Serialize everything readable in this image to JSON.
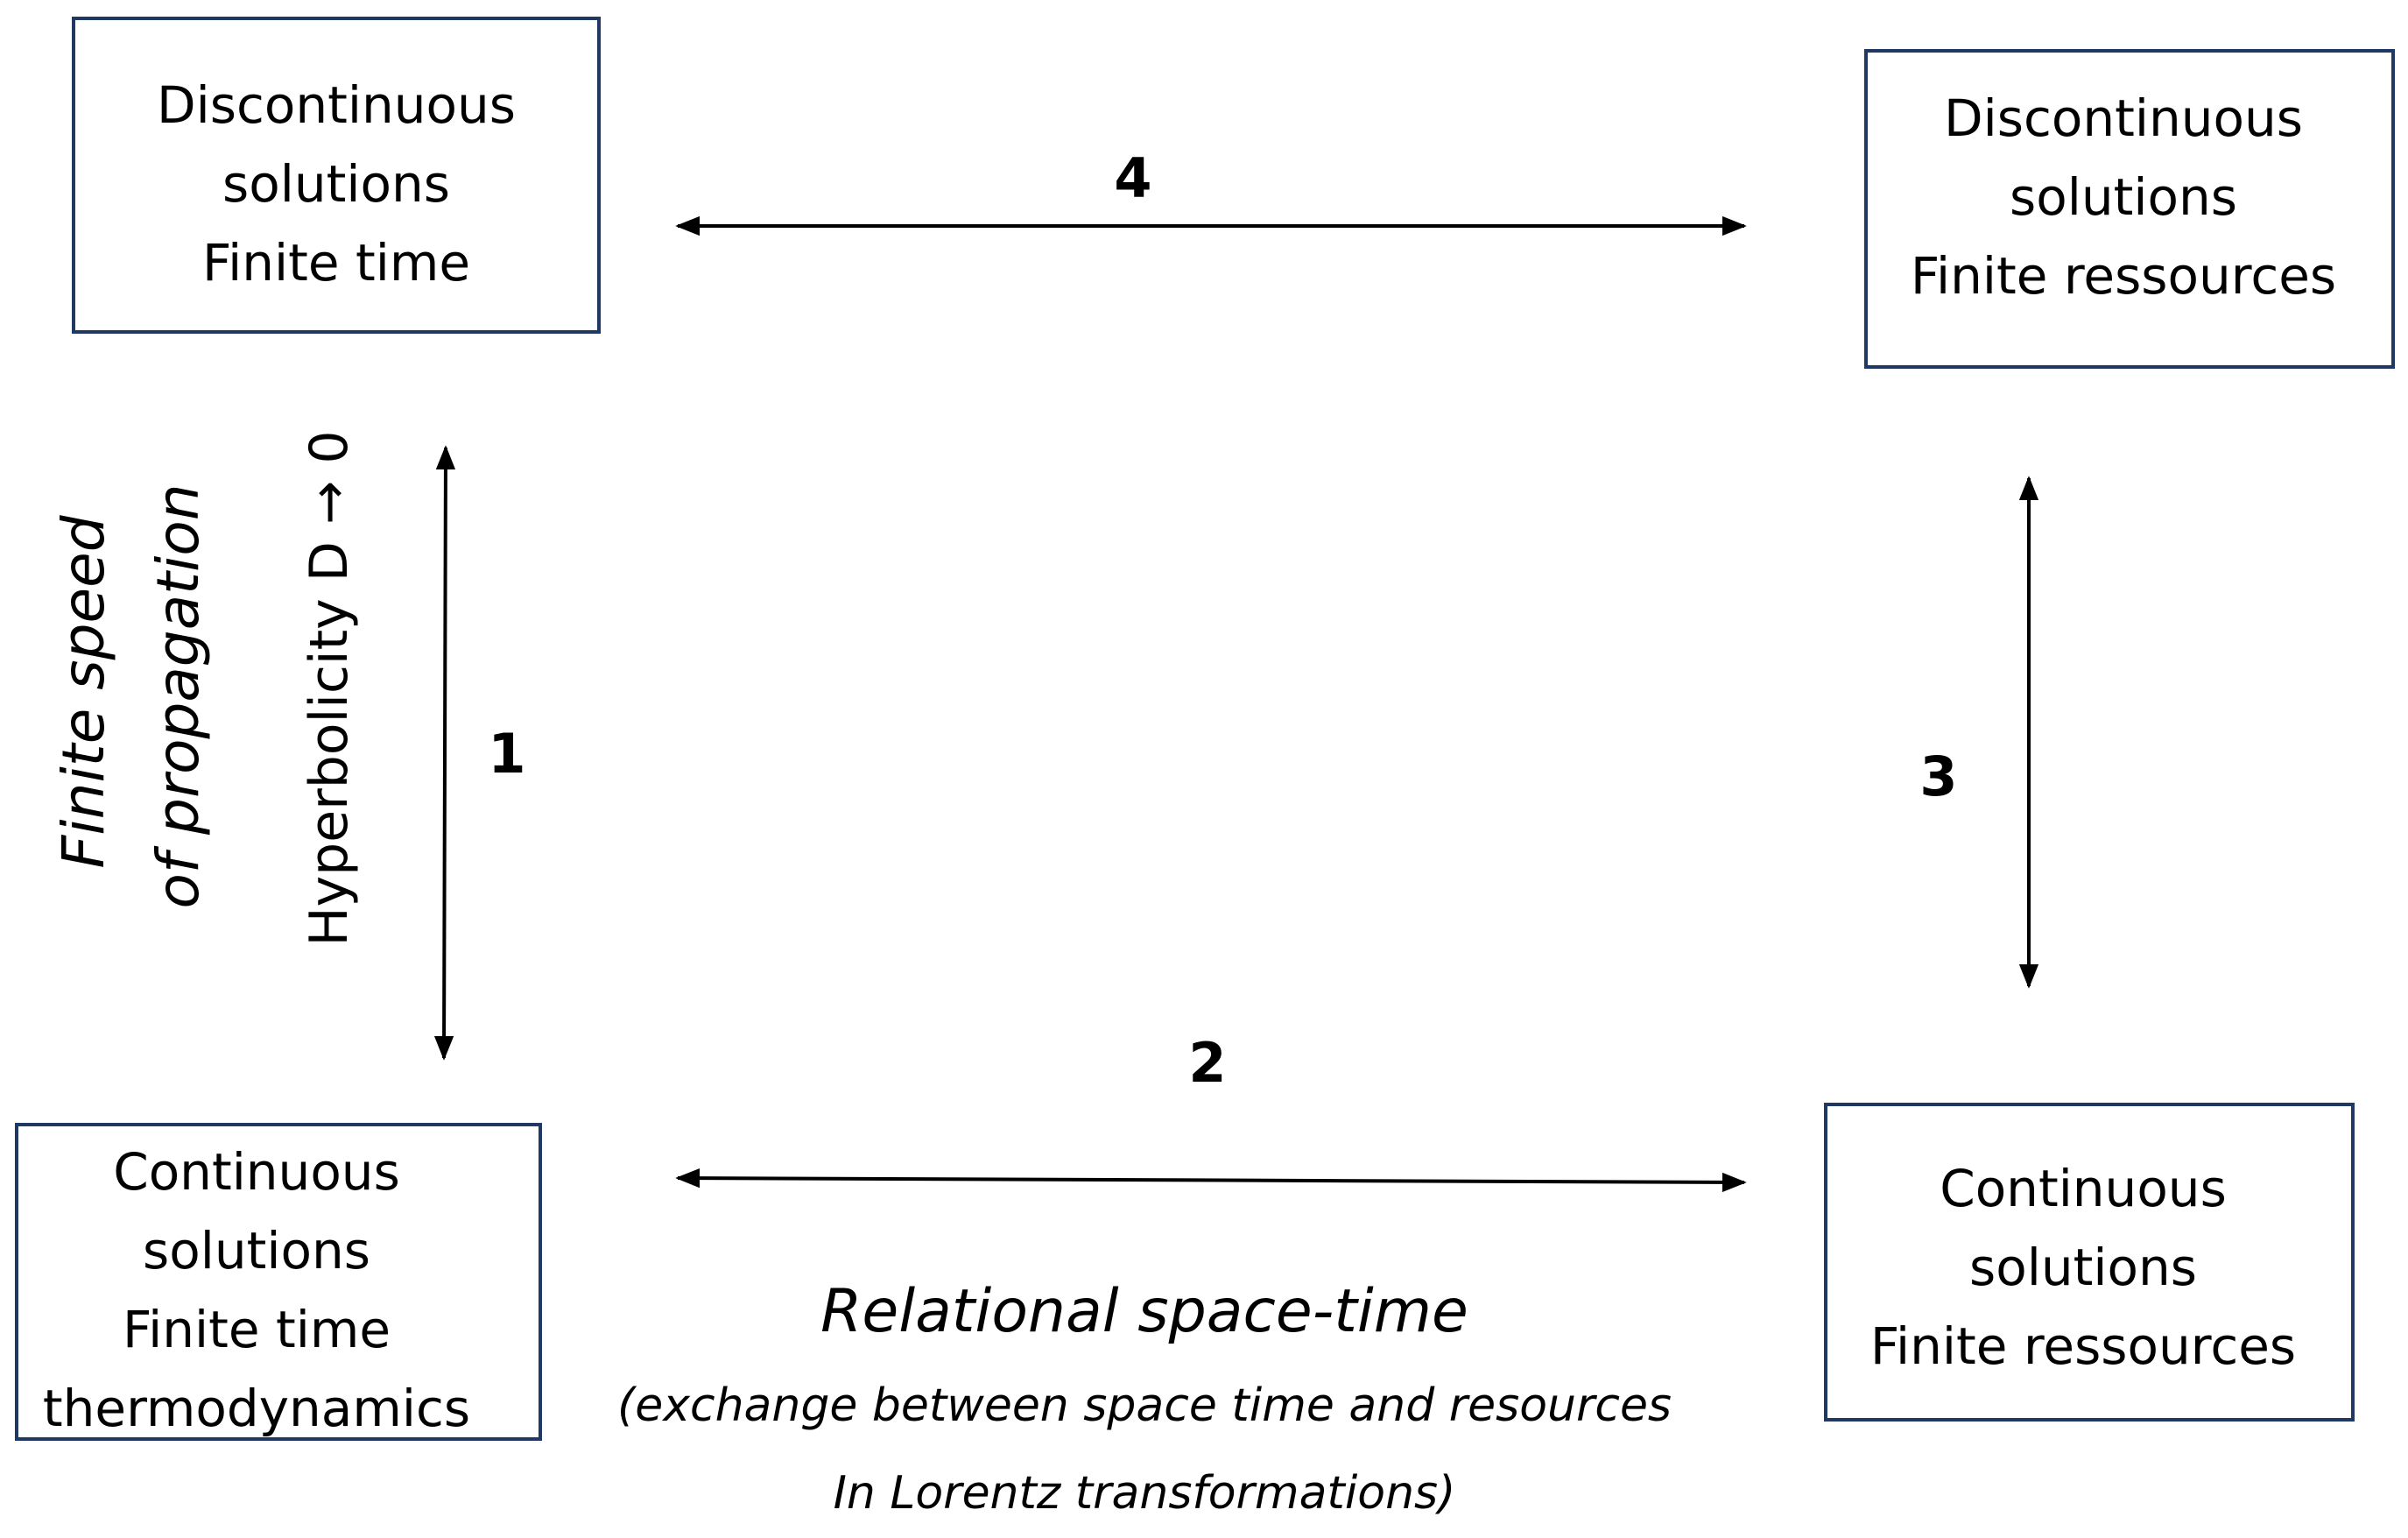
{
  "boxes": {
    "top_left": [
      "Discontinuous",
      "solutions",
      "Finite time"
    ],
    "top_right": [
      "Discontinuous",
      "solutions",
      "Finite ressources"
    ],
    "bottom_left": [
      "Continuous",
      "solutions",
      "Finite time",
      "thermodynamics"
    ],
    "bottom_right": [
      "Continuous",
      "solutions",
      "Finite ressources"
    ]
  },
  "arrows": {
    "a1": "1",
    "a2": "2",
    "a3": "3",
    "a4": "4"
  },
  "side_labels": {
    "finite_speed_line1": "Finite speed",
    "finite_speed_line2": "of propagation",
    "hyperbolicity": "Hyperbolicity D → 0"
  },
  "bottom_caption": {
    "title": "Relational space-time",
    "line1": "(exchange between space time and resources",
    "line2": "In Lorentz transformations)"
  },
  "colors": {
    "box_border": "#1f3864",
    "text": "#000000"
  }
}
